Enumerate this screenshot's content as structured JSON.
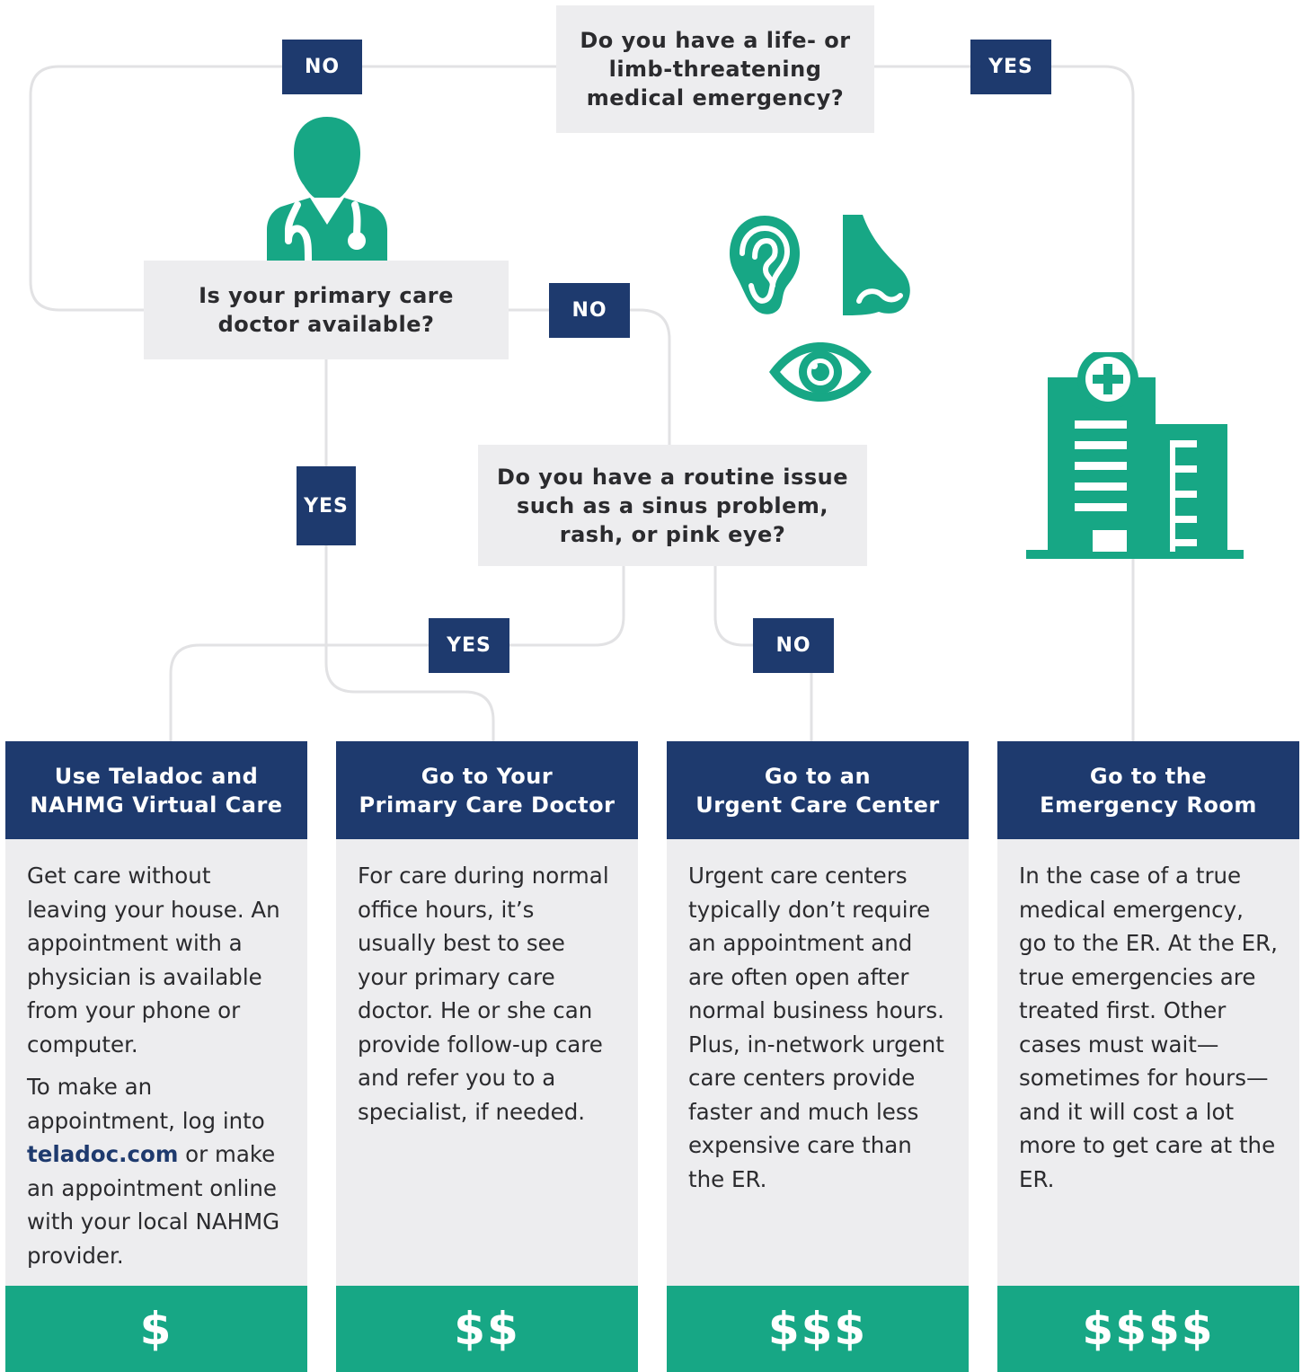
{
  "questions": {
    "emergency": "Do you have a life- or\nlimb-threatening\nmedical emergency?",
    "pcp": "Is your primary care\ndoctor available?",
    "routine": "Do you have a routine issue\nsuch as a sinus problem,\nrash, or pink eye?"
  },
  "tags": {
    "emergency_no": "NO",
    "emergency_yes": "YES",
    "pcp_no": "NO",
    "pcp_yes": "YES",
    "routine_yes": "YES",
    "routine_no": "NO"
  },
  "cards": [
    {
      "title": "Use Teladoc and\nNAHMG Virtual Care",
      "p1": "Get care without leaving your house. An appointment with a physician is available from your phone or computer.",
      "p2_before": "To make an appointment, log into ",
      "p2_link": "teladoc.com",
      "p2_after": " or make an appointment online with your local NAHMG provider.",
      "cost": "$"
    },
    {
      "title": "Go to Your\nPrimary Care Doctor",
      "p1": "For care during normal office hours, it’s usually best to see your primary care doctor. He or she can provide follow-up care and refer you to a specialist, if needed.",
      "cost": "$$"
    },
    {
      "title": "Go to an\nUrgent Care Center",
      "p1": "Urgent care centers typically don’t require an appointment and are often open after normal business hours. Plus, in-network urgent care centers provide faster and much less expensive care than the ER.",
      "cost": "$$$"
    },
    {
      "title": "Go to the\nEmergency Room",
      "p1": "In the case of a true medical emergency, go to the ER. At the ER, true emergencies are treated first. Other cases must wait—sometimes for hours—and it will cost a lot more to get care at the ER.",
      "cost": "$$$$"
    }
  ],
  "icons": [
    "doctor-icon",
    "ear-icon",
    "nose-icon",
    "eye-icon",
    "hospital-icon"
  ],
  "colors": {
    "navy": "#1e3a6e",
    "green": "#17a785",
    "box_gray": "#ededef",
    "connector": "#e2e2e4"
  }
}
